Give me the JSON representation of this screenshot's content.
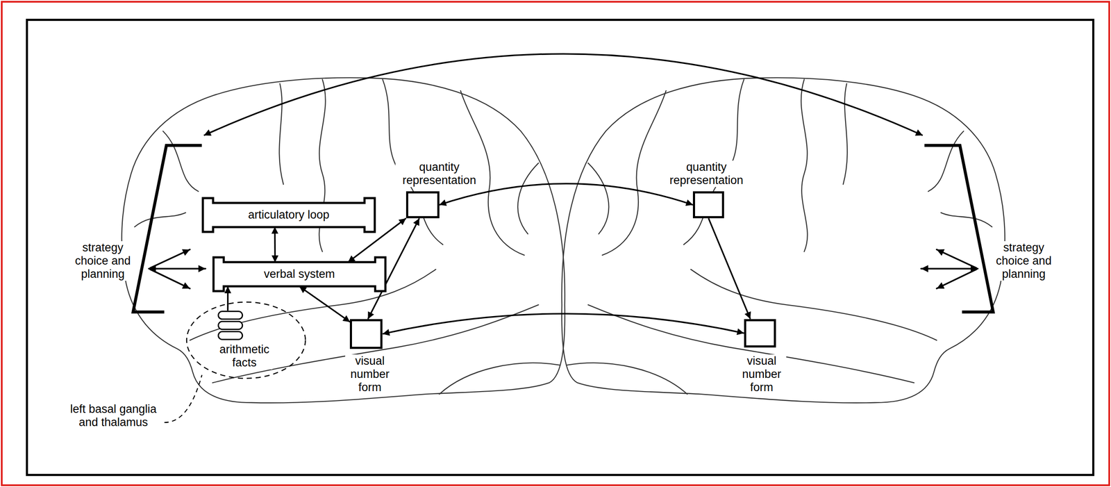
{
  "diagram": {
    "nodes": [
      {
        "text": [
          "strategy choice and planning"
        ]
      },
      {
        "text": [
          "articulatory loop"
        ]
      },
      {
        "text": [
          "verbal system"
        ]
      },
      {
        "text": [
          "quantity representation"
        ]
      },
      {
        "text": [
          "visual number form"
        ]
      },
      {
        "text": [
          "arithmetic facts"
        ]
      },
      {
        "text": [
          "quantity representation"
        ]
      },
      {
        "text": [
          "visual number form"
        ]
      },
      {
        "text": [
          "strategy choice and planning"
        ]
      }
    ],
    "edges": [
      {
        "from": 0,
        "to": 8,
        "arrow": "both"
      },
      {
        "from": 1,
        "to": 2,
        "arrow": "both"
      },
      {
        "from": 2,
        "to": 3,
        "arrow": "both"
      },
      {
        "from": 2,
        "to": 4,
        "arrow": "both"
      },
      {
        "from": 3,
        "to": 4,
        "arrow": "both"
      },
      {
        "from": 5,
        "to": 2,
        "arrow": "to"
      },
      {
        "from": 3,
        "to": 6,
        "arrow": "both"
      },
      {
        "from": 4,
        "to": 7,
        "arrow": "both"
      },
      {
        "from": 6,
        "to": 7,
        "arrow": "to"
      }
    ],
    "labels": [
      "left basal ganglia and thalamus"
    ]
  }
}
